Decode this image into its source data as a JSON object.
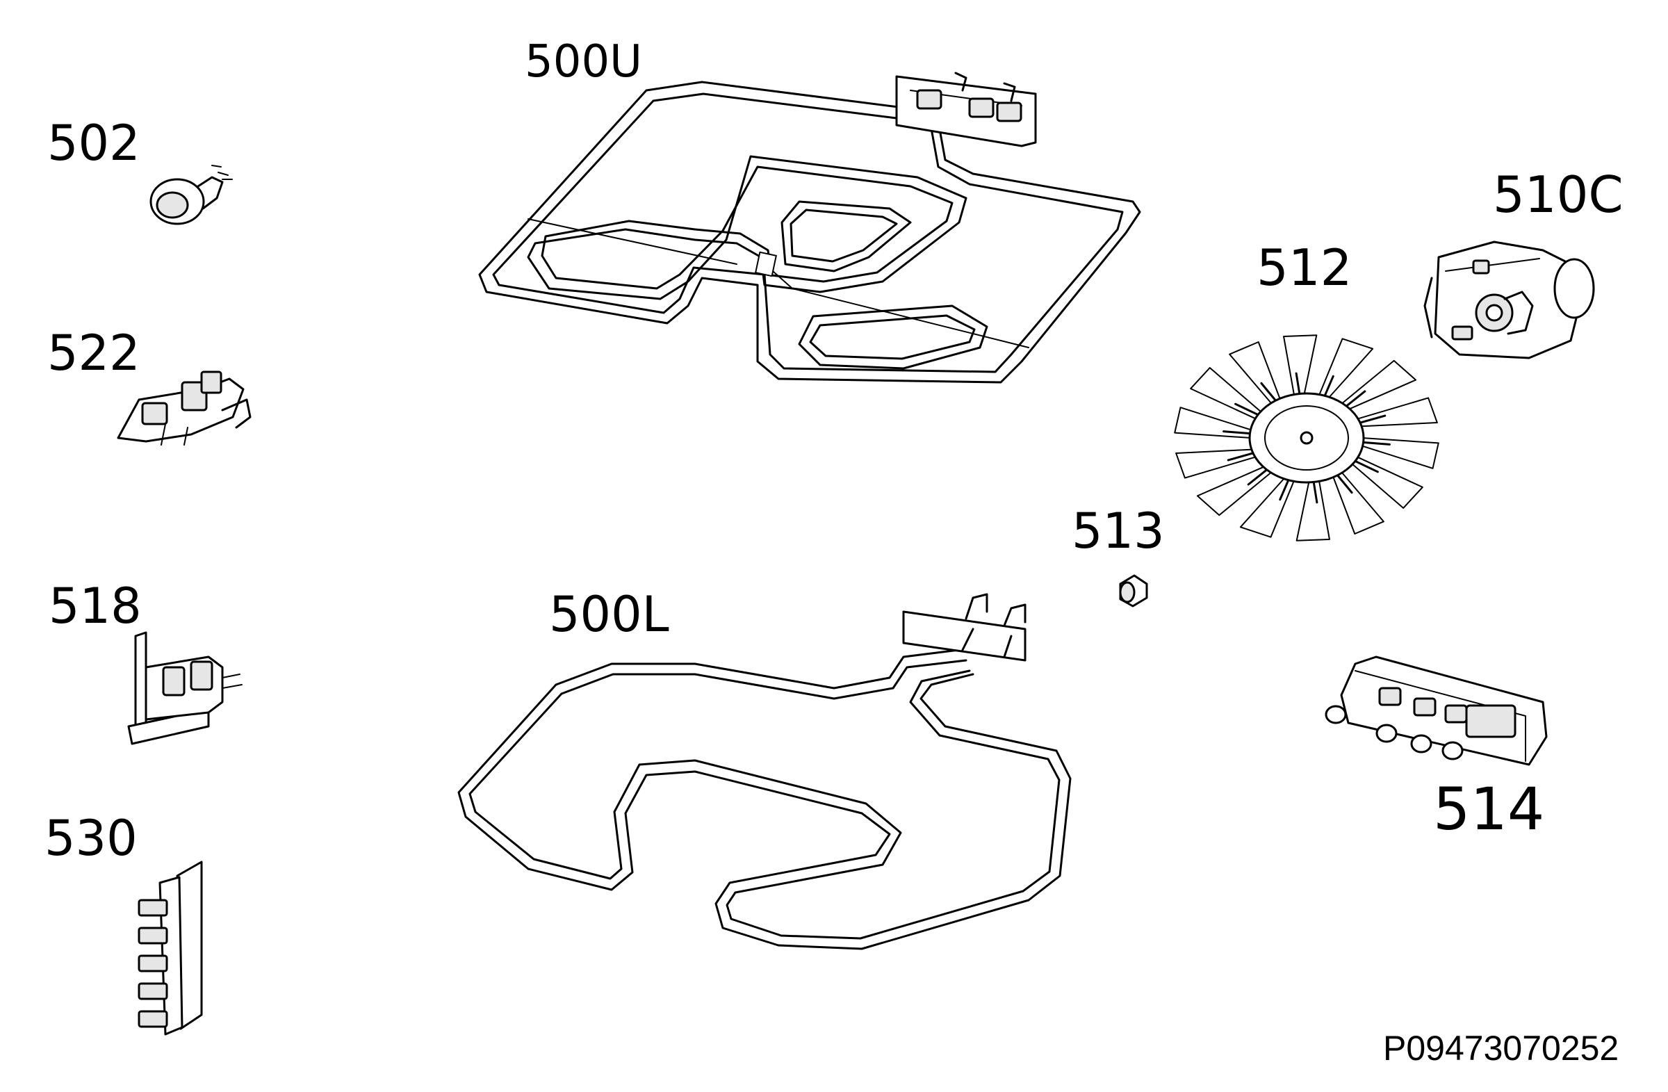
{
  "callouts": {
    "p500U": "500U",
    "p502": "502",
    "p522": "522",
    "p518": "518",
    "p530": "530",
    "p500L": "500L",
    "p513": "513",
    "p512": "512",
    "p510C": "510C",
    "p514": "514"
  },
  "document_number": "P09473070252",
  "icons": {
    "part_500U": "upper-grill-heating-element-icon",
    "part_500L": "lower-heating-element-icon",
    "part_502": "thermostat-knob-icon",
    "part_522": "switch-connector-icon",
    "part_518": "thermal-cutout-bracket-icon",
    "part_530": "terminal-block-icon",
    "part_513": "lamp-cap-icon",
    "part_512": "fan-blade-icon",
    "part_510C": "fan-motor-icon",
    "part_514": "switch-block-icon"
  }
}
